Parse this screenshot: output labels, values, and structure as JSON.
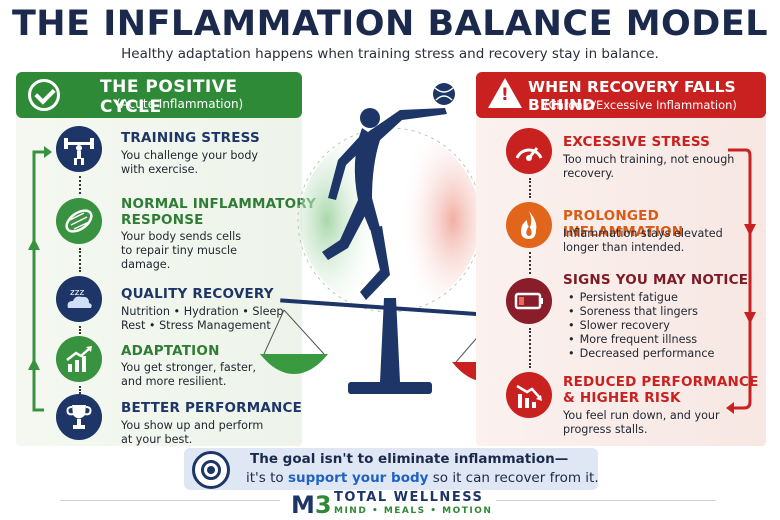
{
  "header": {
    "title": "THE INFLAMMATION BALANCE MODEL",
    "subtitle": "Healthy adaptation happens when training stress and recovery stay in balance."
  },
  "positive_cycle": {
    "title": "THE POSITIVE CYCLE",
    "subtitle": "(Acute Inflammation)",
    "color": "#2f8a37",
    "steps": [
      {
        "icon": "weightlifter-icon",
        "title": "TRAINING STRESS",
        "text1": "You challenge your body",
        "text2": "with exercise.",
        "text3": ""
      },
      {
        "icon": "muscle-fiber-icon",
        "title": "NORMAL INFLAMMATORY",
        "title2": "RESPONSE",
        "text1": "Your body sends cells",
        "text2": "to repair tiny muscle",
        "text3": "damage."
      },
      {
        "icon": "sleep-cloud-icon",
        "title": "QUALITY RECOVERY",
        "text1": "Nutrition • Hydration • Sleep",
        "text2": "Rest • Stress Management",
        "text3": ""
      },
      {
        "icon": "growth-chart-icon",
        "title": "ADAPTATION",
        "text1": "You get stronger, faster,",
        "text2": "and more resilient.",
        "text3": ""
      },
      {
        "icon": "trophy-icon",
        "title": "BETTER PERFORMANCE",
        "text1": "You show up and perform",
        "text2": "at your best.",
        "text3": ""
      }
    ]
  },
  "recovery_behind": {
    "title": "WHEN RECOVERY FALLS BEHIND",
    "subtitle": "(Chronic/Excessive Inflammation)",
    "color": "#c8211f",
    "steps": [
      {
        "icon": "speedometer-icon",
        "title": "EXCESSIVE STRESS",
        "text1": "Too much training, not enough",
        "text2": "recovery."
      },
      {
        "icon": "flame-icon",
        "title": "PROLONGED INFLAMMATION",
        "text1": "Inflammation stays elevated",
        "text2": "longer than intended."
      },
      {
        "icon": "low-battery-icon",
        "title": "SIGNS YOU MAY NOTICE",
        "bullets": [
          "Persistent fatigue",
          "Soreness that lingers",
          "Slower recovery",
          "More frequent illness",
          "Decreased performance"
        ]
      },
      {
        "icon": "declining-chart-icon",
        "title": "REDUCED PERFORMANCE",
        "title2": "& HIGHER RISK",
        "text1": "You feel run down, and your",
        "text2": "progress stalls."
      }
    ]
  },
  "goal": {
    "line1": "The goal isn't to eliminate inflammation—",
    "line2_pre": "it's to ",
    "line2_highlight": "support your body",
    "line2_post": " so it can recover from it."
  },
  "brand": {
    "logo_m": "M",
    "logo_3": "3",
    "name": "TOTAL WELLNESS",
    "tagline": "MIND • MEALS • MOTION"
  }
}
